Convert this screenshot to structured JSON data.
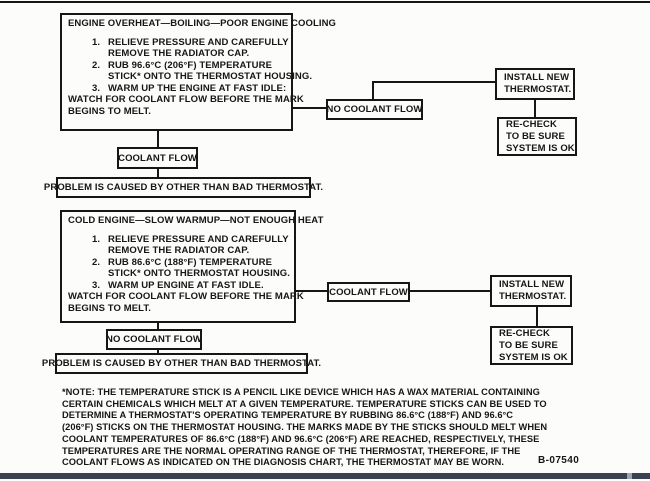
{
  "colors": {
    "ink": "#161616",
    "paper": "#fcfcfb",
    "bar": "#3a4150",
    "bar-notch": "#9aa3b2"
  },
  "figure": {
    "code": "B-07540"
  },
  "chart1": {
    "procedure": {
      "title": "ENGINE OVERHEAT—BOILING—POOR ENGINE COOLING",
      "steps": [
        {
          "num": "1.",
          "text": "RELIEVE PRESSURE AND CAREFULLY",
          "cont": "REMOVE THE RADIATOR CAP."
        },
        {
          "num": "2.",
          "text": "RUB 96.6°C (206°F) TEMPERATURE",
          "cont": "STICK* ONTO THE THERMOSTAT HOUSING."
        },
        {
          "num": "3.",
          "text": "WARM UP THE ENGINE AT FAST IDLE:"
        }
      ],
      "watch_line1": "WATCH FOR COOLANT FLOW BEFORE THE MARK",
      "watch_line2": "BEGINS TO MELT."
    },
    "no_coolant_flow": "NO COOLANT FLOW",
    "coolant_flow": "COOLANT FLOW",
    "problem": "PROBLEM IS CAUSED BY OTHER THAN BAD THERMOSTAT.",
    "install_line1": "INSTALL NEW",
    "install_line2": "THERMOSTAT.",
    "recheck_line1": "RE-CHECK",
    "recheck_line2": "TO BE SURE",
    "recheck_line3": "SYSTEM IS OK"
  },
  "chart2": {
    "procedure": {
      "title": "COLD ENGINE—SLOW WARMUP—NOT ENOUGH HEAT",
      "steps": [
        {
          "num": "1.",
          "text": "RELIEVE PRESSURE AND CAREFULLY",
          "cont": "REMOVE THE RADIATOR CAP."
        },
        {
          "num": "2.",
          "text": "RUB 86.6°C (188°F) TEMPERATURE",
          "cont": "STICK* ONTO THERMOSTAT HOUSING."
        },
        {
          "num": "3.",
          "text": "WARM UP ENGINE AT FAST IDLE."
        }
      ],
      "watch_line1": "WATCH FOR COOLANT FLOW BEFORE THE MARK",
      "watch_line2": "BEGINS TO MELT."
    },
    "coolant_flow": "COOLANT FLOW",
    "no_coolant_flow": "NO COOLANT FLOW",
    "problem": "PROBLEM IS CAUSED BY OTHER THAN BAD THERMOSTAT.",
    "install_line1": "INSTALL NEW",
    "install_line2": "THERMOSTAT.",
    "recheck_line1": "RE-CHECK",
    "recheck_line2": "TO BE SURE",
    "recheck_line3": "SYSTEM IS OK"
  },
  "footnote": {
    "lines": [
      "*NOTE: THE TEMPERATURE STICK IS A PENCIL LIKE DEVICE WHICH HAS A WAX MATERIAL CONTAINING",
      "CERTAIN CHEMICALS WHICH MELT AT A GIVEN TEMPERATURE. TEMPERATURE STICKS CAN BE USED TO",
      "DETERMINE A THERMOSTAT'S OPERATING TEMPERATURE BY RUBBING 86.6°C (188°F) AND 96.6°C",
      "(206°F) STICKS ON THE THERMOSTAT HOUSING. THE MARKS MADE BY THE STICKS SHOULD MELT WHEN",
      "COOLANT TEMPERATURES OF 86.6°C (188°F) AND 96.6°C (206°F) ARE REACHED, RESPECTIVELY, THESE",
      "TEMPERATURES ARE THE NORMAL OPERATING RANGE OF THE THERMOSTAT, THEREFORE, IF THE",
      "COOLANT FLOWS AS INDICATED ON THE DIAGNOSIS CHART, THE THERMOSTAT MAY BE WORN."
    ]
  }
}
